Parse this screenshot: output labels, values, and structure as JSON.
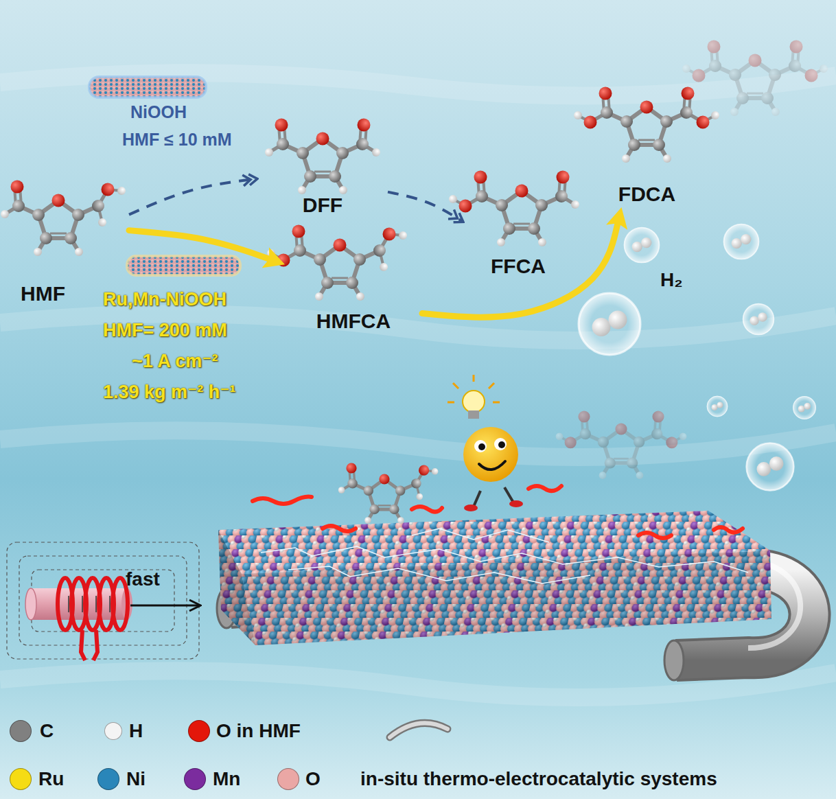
{
  "diagram": {
    "nodes": [
      {
        "text": [
          "HMF"
        ]
      },
      {
        "text": [
          "DFF"
        ]
      },
      {
        "text": [
          "HMFCA"
        ]
      },
      {
        "text": [
          "FFCA"
        ]
      },
      {
        "text": [
          "FDCA"
        ]
      }
    ],
    "edges": [
      {
        "from": 0,
        "to": 1,
        "arrow": "to"
      },
      {
        "from": 0,
        "to": 2,
        "arrow": "to"
      },
      {
        "from": 1,
        "to": 3,
        "arrow": "to"
      },
      {
        "from": 2,
        "to": 4,
        "arrow": "to"
      }
    ],
    "labels": [
      "NiOOH",
      "HMF ≤ 10 mM",
      "Ru,Mn-NiOOH",
      "HMF= 200 mM",
      "~1 A cm⁻²",
      "1.39 kg m⁻² h⁻¹",
      "H₂",
      "fast"
    ],
    "legend": [
      {
        "text": "C",
        "color": "#808080"
      },
      {
        "text": "H",
        "color": "#f4f4f4"
      },
      {
        "text": "O in HMF",
        "color": "#e3170a"
      },
      {
        "text": "Ru",
        "color": "#f5dc14"
      },
      {
        "text": "Ni",
        "color": "#2a86b9"
      },
      {
        "text": "Mn",
        "color": "#7b2c9e"
      },
      {
        "text": "O",
        "color": "#eaa7a5"
      },
      {
        "text": "in-situ thermo-electrocatalytic systems"
      }
    ]
  }
}
